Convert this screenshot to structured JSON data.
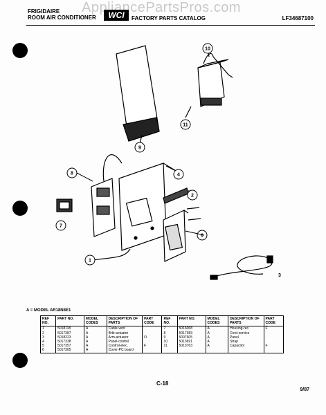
{
  "header": {
    "brand": "FRIGIDAIRE",
    "product": "ROOM AIR CONDITIONER",
    "logo": "WCI",
    "catalog": "FACTORY PARTS CATALOG",
    "code": "LF34687100"
  },
  "watermark": "AppliancePartsPros.com",
  "callouts": [
    "10",
    "11",
    "9",
    "8",
    "4",
    "2",
    "7",
    "6",
    "1",
    "3"
  ],
  "model_note": "A = MODEL AR18N8E1",
  "table": {
    "headers": [
      "REF NO.",
      "PART NO.",
      "MODEL CODES",
      "DESCRIPTION OF PARTS",
      "PART CODE"
    ],
    "left_rows": [
      [
        "1",
        "5018118",
        "A",
        "Cable-vent",
        ""
      ],
      [
        "2",
        "5017387",
        "A",
        "Brkt-actuator",
        ""
      ],
      [
        "3",
        "5018223",
        "A",
        "Arm-actuator",
        "O"
      ],
      [
        "4",
        "5017338",
        "A",
        "Panel-control",
        ""
      ],
      [
        "5",
        "5017357",
        "A",
        "Control-elec.",
        "F"
      ],
      [
        "6",
        "5017365",
        "A",
        "Cover-PC board",
        ""
      ]
    ],
    "right_rows": [
      [
        "7",
        "5016068",
        "A",
        "Housing-rec.",
        "F"
      ],
      [
        "8",
        "5017383",
        "A",
        "Cord-service",
        ""
      ],
      [
        "9",
        "5007605",
        "A",
        "Panel",
        ""
      ],
      [
        "10",
        "5013691",
        "A",
        "Strap",
        ""
      ],
      [
        "11",
        "5013763",
        "A",
        "Capacitor",
        "F"
      ]
    ]
  },
  "footer": {
    "page": "C-18",
    "date": "9/87"
  }
}
